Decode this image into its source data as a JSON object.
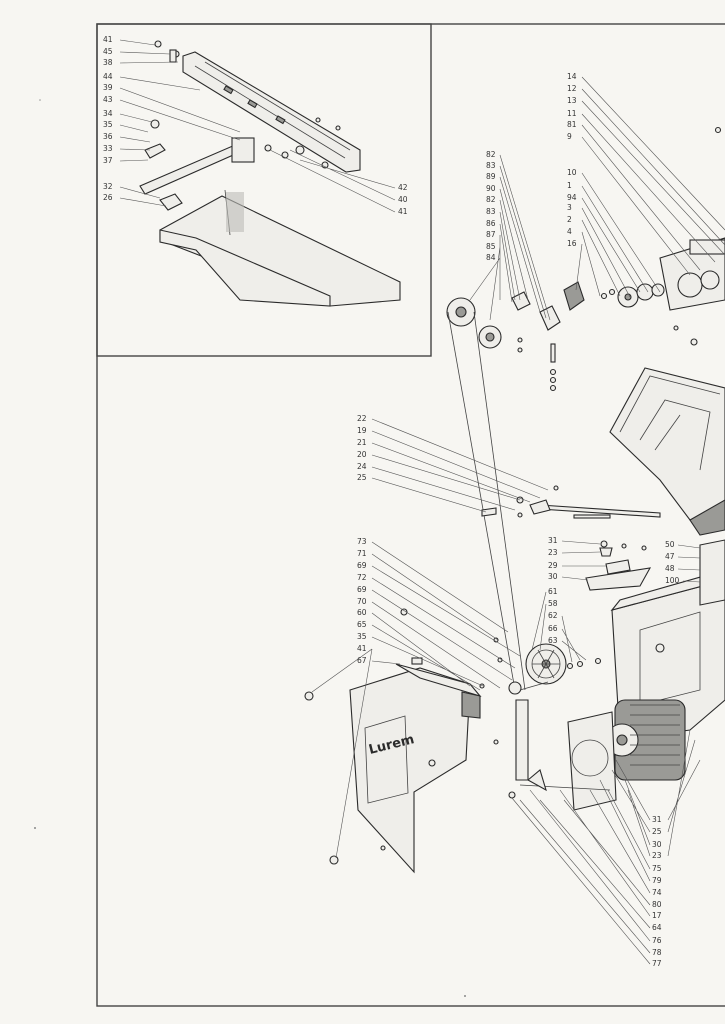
{
  "inset_labels_left": [
    "41",
    "45",
    "38",
    "44",
    "39",
    "43",
    "34",
    "35",
    "36",
    "33",
    "37",
    "32",
    "26"
  ],
  "inset_labels_right": [
    "42",
    "40",
    "41"
  ],
  "upper_left_column": [
    "82",
    "83",
    "89",
    "90",
    "82",
    "83",
    "86",
    "87",
    "85",
    "84"
  ],
  "upper_right_column": [
    "14",
    "12",
    "13",
    "11",
    "81",
    "9",
    "10",
    "1",
    "94",
    "3",
    "2",
    "4",
    "16"
  ],
  "middle_column": [
    "22",
    "19",
    "21",
    "20",
    "24",
    "25"
  ],
  "small_group": [
    "31",
    "23",
    "29",
    "30"
  ],
  "right_small_group": [
    "50",
    "47",
    "48",
    "100"
  ],
  "lower_left_column": [
    "73",
    "71",
    "69",
    "72",
    "69",
    "70",
    "60",
    "65",
    "35",
    "41",
    "67"
  ],
  "lower_mid_column": [
    "61",
    "58",
    "62",
    "66",
    "63"
  ],
  "bottom_right_column": [
    "31",
    "25",
    "30",
    "23",
    "75",
    "79",
    "74",
    "80",
    "17",
    "64",
    "76",
    "78",
    "77"
  ],
  "brand_text": "Lurem"
}
